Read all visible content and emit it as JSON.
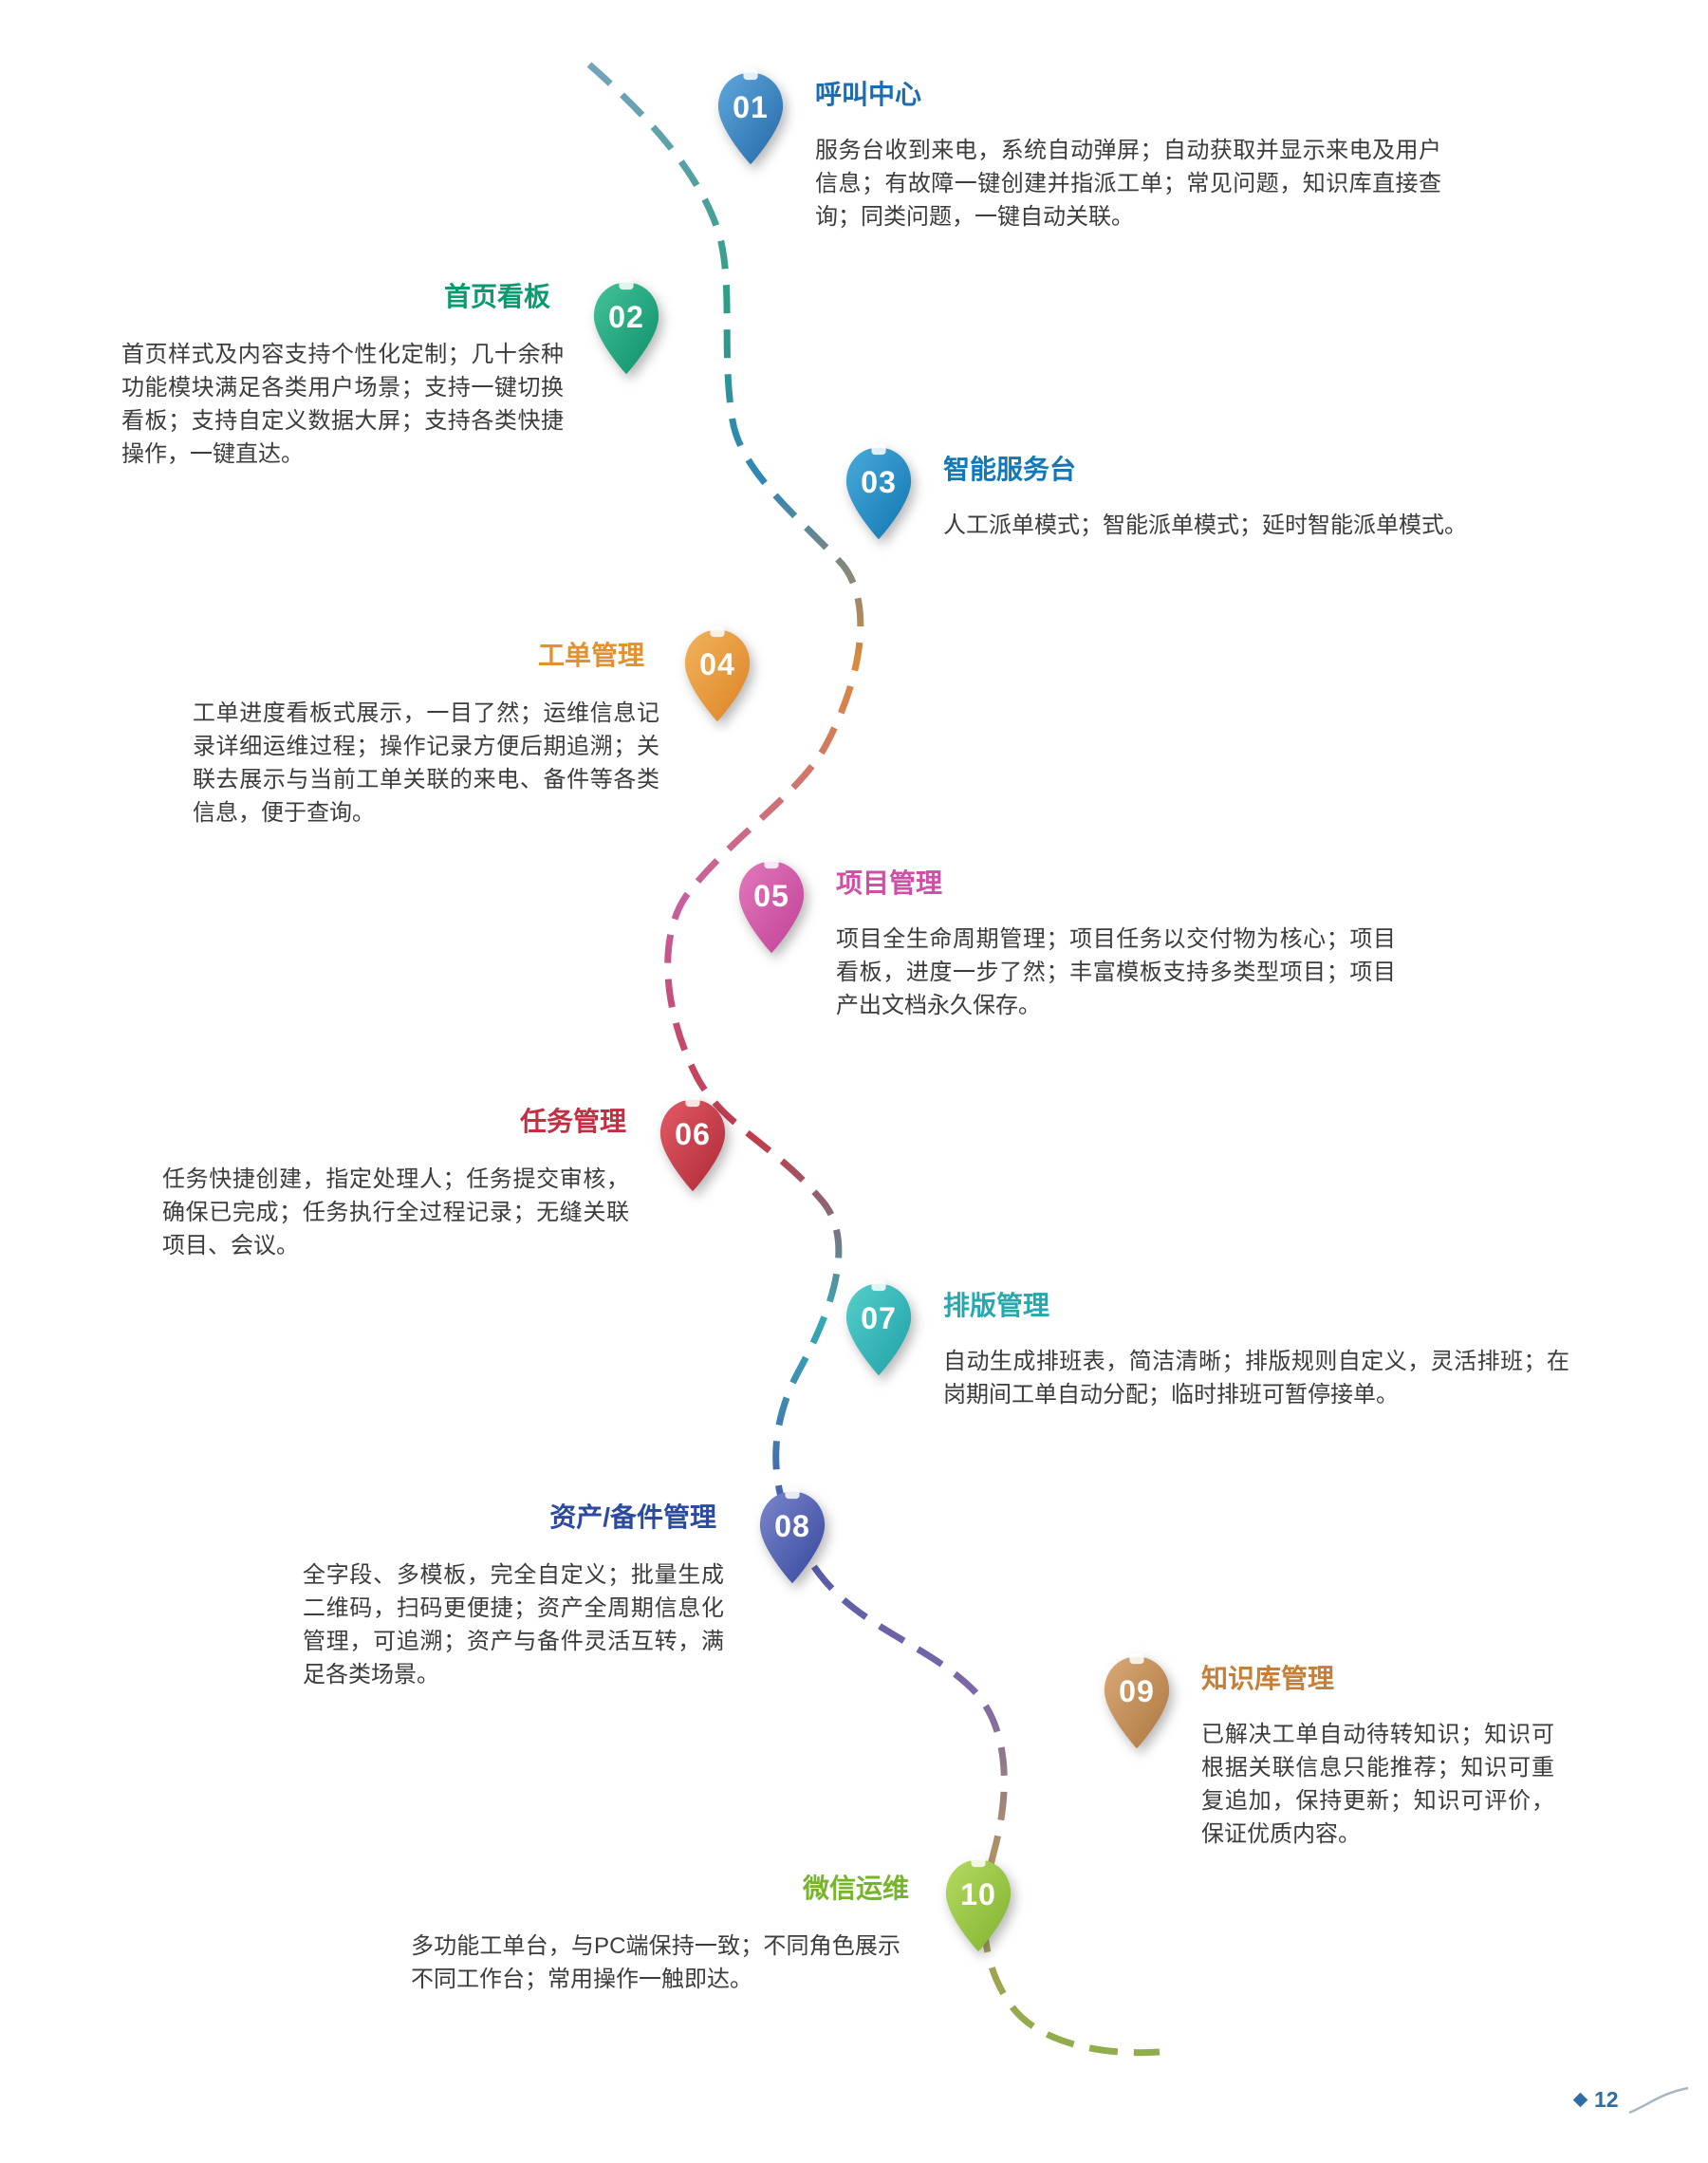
{
  "page": {
    "number": "12"
  },
  "curve_colors": [
    "#74a3bd",
    "#2d9e82",
    "#2f86b8",
    "#d98a3c",
    "#c75f9e",
    "#c13b4a",
    "#35aab5",
    "#4a58a8",
    "#7d68a8",
    "#b5975c",
    "#8fae4a"
  ],
  "items": [
    {
      "number": "01",
      "title": "呼叫中心",
      "description": "服务台收到来电，系统自动弹屏；自动获取并显示来电及用户信息；有故障一键创建并指派工单；常见问题，知识库直接查询；同类问题，一键自动关联。",
      "title_color": "#1b6cb0",
      "pin_light": "#5fa8dc",
      "pin_dark": "#2468a8"
    },
    {
      "number": "02",
      "title": "首页看板",
      "description": "首页样式及内容支持个性化定制；几十余种功能模块满足各类用户场景；支持一键切换看板；支持自定义数据大屏；支持各类快捷操作，一键直达。",
      "title_color": "#0a9a70",
      "pin_light": "#45c29a",
      "pin_dark": "#0c8f68"
    },
    {
      "number": "03",
      "title": "智能服务台",
      "description": "人工派单模式；智能派单模式；延时智能派单模式。",
      "title_color": "#1278b8",
      "pin_light": "#49aadb",
      "pin_dark": "#1176b0"
    },
    {
      "number": "04",
      "title": "工单管理",
      "description": "工单进度看板式展示，一目了然；运维信息记录详细运维过程；操作记录方便后期追溯；关联去展示与当前工单关联的来电、备件等各类信息，便于查询。",
      "title_color": "#e3912f",
      "pin_light": "#f2b35c",
      "pin_dark": "#dd8324"
    },
    {
      "number": "05",
      "title": "项目管理",
      "description": "项目全生命周期管理；项目任务以交付物为核心；项目看板，进度一步了然；丰富模板支持多类型项目；项目产出文档永久保存。",
      "title_color": "#ce4fa5",
      "pin_light": "#e279bc",
      "pin_dark": "#c04095"
    },
    {
      "number": "06",
      "title": "任务管理",
      "description": "任务快捷创建，指定处理人；任务提交审核，确保已完成；任务执行全过程记录；无缝关联项目、会议。",
      "title_color": "#c32f42",
      "pin_light": "#e25b65",
      "pin_dark": "#ae2837"
    },
    {
      "number": "07",
      "title": "排版管理",
      "description": "自动生成排班表，简洁清晰；排版规则自定义，灵活排班；在岗期间工单自动分配；临时排班可暂停接单。",
      "title_color": "#27a8ae",
      "pin_light": "#55cfc9",
      "pin_dark": "#1fa0a8"
    },
    {
      "number": "08",
      "title": "资产/备件管理",
      "description": "全字段、多模板，完全自定义；批量生成二维码，扫码更便捷；资产全周期信息化管理，可追溯；资产与备件灵活互转，满足各类场景。",
      "title_color": "#2c4b9f",
      "pin_light": "#7b86cb",
      "pin_dark": "#35479d"
    },
    {
      "number": "09",
      "title": "知识库管理",
      "description": "已解决工单自动待转知识；知识可根据关联信息只能推荐；知识可重复追加，保持更新；知识可评价，保证优质内容。",
      "title_color": "#c57f36",
      "pin_light": "#d9a976",
      "pin_dark": "#ad7740"
    },
    {
      "number": "10",
      "title": "微信运维",
      "description": "多功能工单台，与PC端保持一致；不同角色展示不同工作台；常用操作一触即达。",
      "title_color": "#76b52b",
      "pin_light": "#b5da62",
      "pin_dark": "#7fb32d"
    }
  ]
}
